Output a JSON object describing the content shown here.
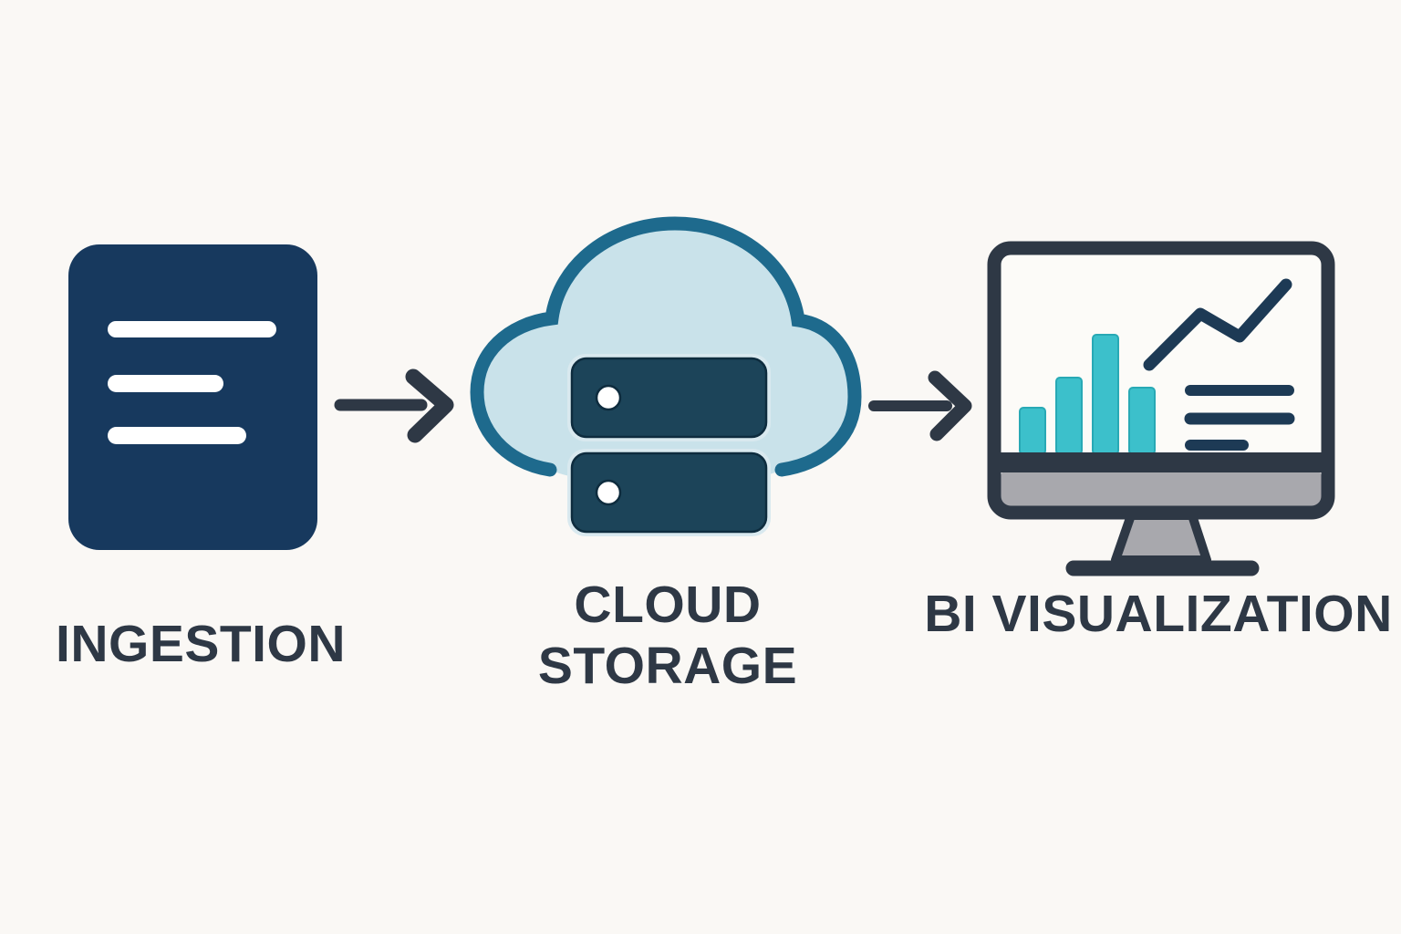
{
  "diagram_type": "flow-diagram",
  "nodes": [
    {
      "id": "ingestion",
      "label": "INGESTION",
      "icon": "document-icon"
    },
    {
      "id": "cloud-storage",
      "label": "CLOUD STORAGE",
      "icon": "cloud-server-icon"
    },
    {
      "id": "bi-visualization",
      "label": "BI VISUALIZATION",
      "icon": "monitor-analytics-icon"
    }
  ],
  "connectors": [
    {
      "from": "ingestion",
      "to": "cloud-storage",
      "style": "arrow-right"
    },
    {
      "from": "cloud-storage",
      "to": "bi-visualization",
      "style": "arrow-right"
    }
  ],
  "colors": {
    "background": "#faf8f5",
    "navy": "#17395e",
    "slate": "#2e3845",
    "chart_navy": "#1d3a55",
    "cloud_fill": "#c9e2ea",
    "cloud_stroke": "#1e6a8d",
    "rack": "#1c4459",
    "rack_edge": "#0e2c3e",
    "teal": "#3cc0cb",
    "gray": "#a8a8ad",
    "screen": "#fcfbf8",
    "white": "#ffffff"
  }
}
